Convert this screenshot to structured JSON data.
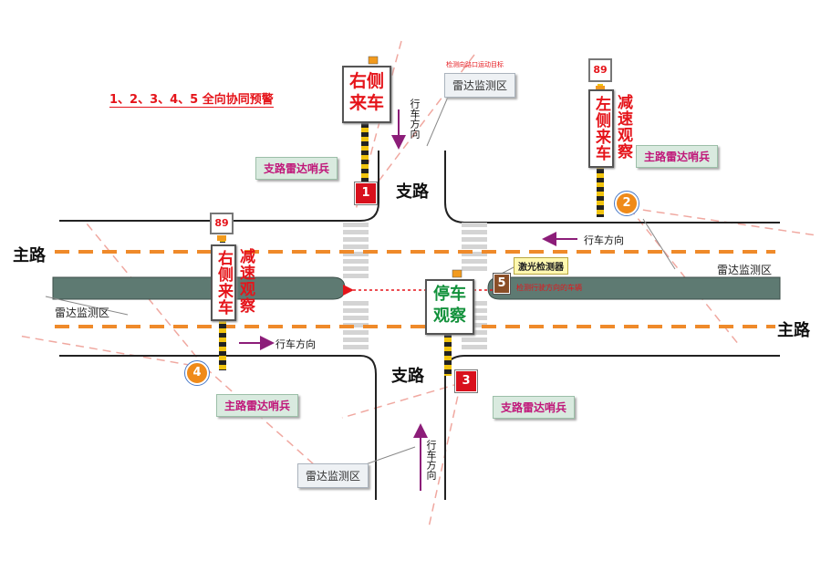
{
  "title": "1、2、3、4、5 全向协同预警",
  "roads": {
    "main_left": "主路",
    "main_right": "主路",
    "branch_top": "支路",
    "branch_bottom": "支路"
  },
  "directions": {
    "top": "行车方向",
    "right": "行车方向",
    "left": "行车方向",
    "bottom": "行车方向"
  },
  "radar_zones": {
    "top": "雷达监测区",
    "right": "雷达监测区",
    "left": "雷达监测区",
    "bottom": "雷达监测区",
    "top_note": "检测向路口运动目标"
  },
  "sentinels": {
    "s1": "支路雷达哨兵",
    "s2": "主路雷达哨兵",
    "s3": "支路雷达哨兵",
    "s4": "主路雷达哨兵"
  },
  "markers": {
    "m1": "1",
    "m2": "2",
    "m3": "3",
    "m4": "4",
    "m5": "5"
  },
  "signs": {
    "top_branch": "右侧来车",
    "right_a": "左侧来车",
    "right_b": "减速观察",
    "left_a": "右侧来车",
    "left_b": "减速观察",
    "bottom_branch": "停车观察"
  },
  "speed": {
    "right": "89",
    "left": "89"
  },
  "laser": {
    "label": "激光检测器",
    "note": "检测行驶方向的车辆"
  },
  "colors": {
    "lane_dash": "#ef8a2a",
    "median": "#5e7a72",
    "red_sign": "#e5141a",
    "green_sign": "#12913b",
    "marker_red": "#d8101c",
    "marker_orange": "#ef8a1a",
    "arrow": "#8c1d79"
  }
}
